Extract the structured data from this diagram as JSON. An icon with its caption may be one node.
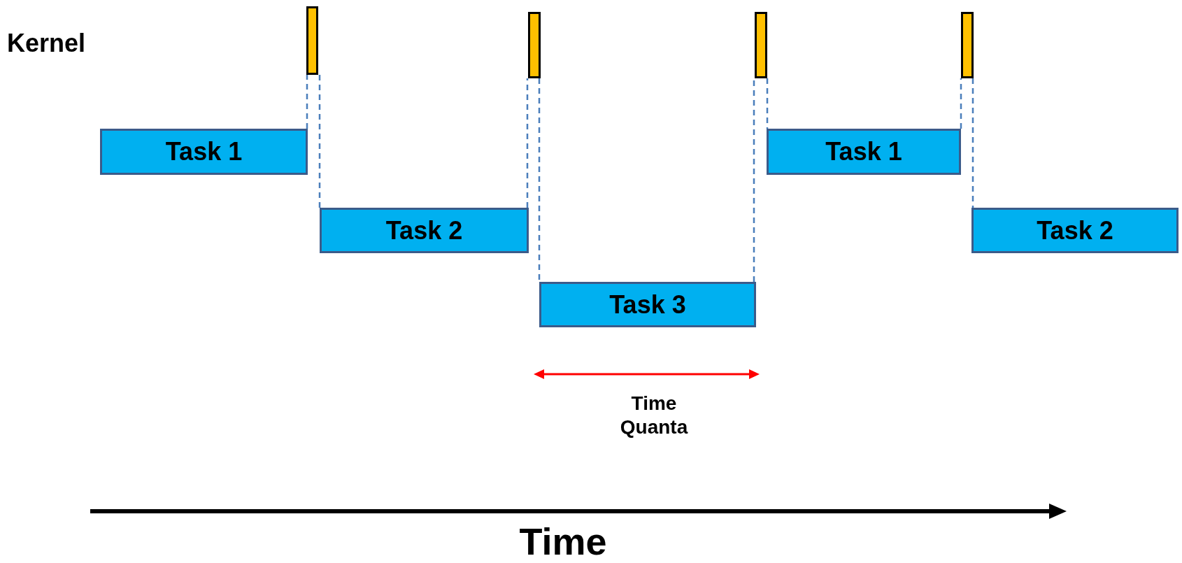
{
  "diagram": {
    "nodes": [
      {
        "text": [],
        "shape": "bar"
      },
      {
        "text": [],
        "shape": "bar"
      },
      {
        "text": [],
        "shape": "bar"
      },
      {
        "text": [],
        "shape": "bar"
      },
      {
        "text": [
          "Task 1"
        ]
      },
      {
        "text": [
          "Task 2"
        ]
      },
      {
        "text": [
          "Task 3"
        ]
      },
      {
        "text": [
          "Task 1"
        ]
      },
      {
        "text": [
          "Task 2"
        ]
      }
    ],
    "edges": [
      {
        "from": 4,
        "to": 0,
        "arrow": "none",
        "style": "dashed"
      },
      {
        "from": 0,
        "to": 5,
        "arrow": "none",
        "style": "dashed"
      },
      {
        "from": 5,
        "to": 1,
        "arrow": "none",
        "style": "dashed"
      },
      {
        "from": 1,
        "to": 6,
        "arrow": "none",
        "style": "dashed"
      },
      {
        "from": 6,
        "to": 2,
        "arrow": "none",
        "style": "dashed"
      },
      {
        "from": 2,
        "to": 7,
        "arrow": "none",
        "style": "dashed"
      },
      {
        "from": 7,
        "to": 3,
        "arrow": "none",
        "style": "dashed"
      },
      {
        "from": 3,
        "to": 8,
        "arrow": "none",
        "style": "dashed"
      }
    ],
    "labels": [
      "Kernel",
      "Time Quanta",
      "Time"
    ]
  }
}
